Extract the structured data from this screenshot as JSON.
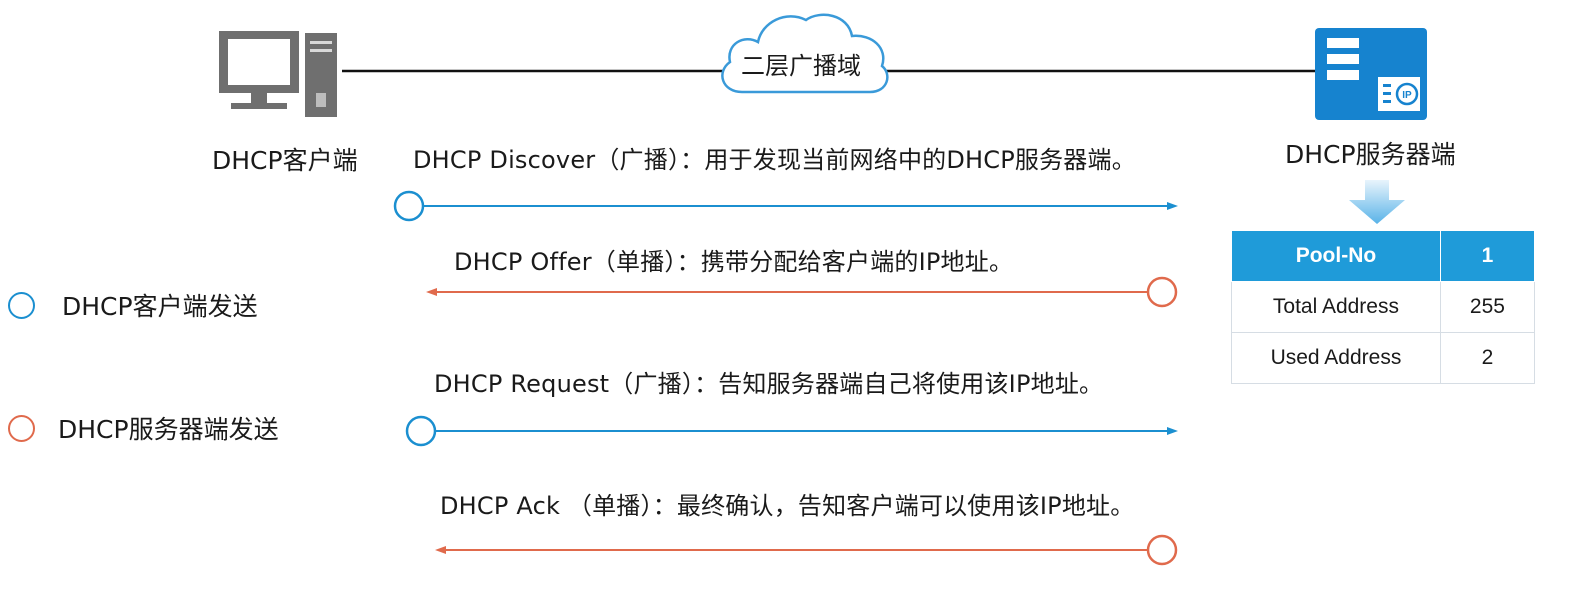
{
  "cloud_label": "二层广播域",
  "client": {
    "label": "DHCP客户端",
    "icon": "desktop-computer-icon"
  },
  "server": {
    "label": "DHCP服务器端",
    "icon": "server-ip-icon"
  },
  "legend": [
    {
      "label": "DHCP客户端发送",
      "color": "#1b8fd0"
    },
    {
      "label": "DHCP服务器端发送",
      "color": "#e06a4c"
    }
  ],
  "messages": [
    {
      "text": "DHCP Discover（广播）：用于发现当前网络中的DHCP服务器端。",
      "direction": "client-to-server"
    },
    {
      "text": "DHCP Offer（单播）：携带分配给客户端的IP地址。",
      "direction": "server-to-client"
    },
    {
      "text": "DHCP Request（广播）：告知服务器端自己将使用该IP地址。",
      "direction": "client-to-server"
    },
    {
      "text": "DHCP Ack （单播）：最终确认，告知客户端可以使用该IP地址。",
      "direction": "server-to-client"
    }
  ],
  "pool_table": {
    "header": [
      "Pool-No",
      "1"
    ],
    "rows": [
      [
        "Total Address",
        "255"
      ],
      [
        "Used Address",
        "2"
      ]
    ]
  },
  "colors": {
    "client": "#1b8fd0",
    "server": "#e06a4c",
    "table_header": "#1f9bd9",
    "server_icon": "#1683cf"
  }
}
